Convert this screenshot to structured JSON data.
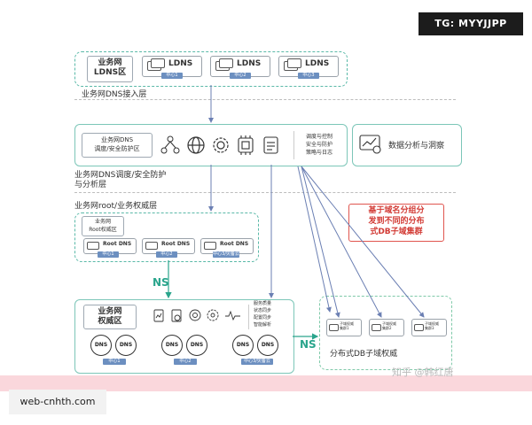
{
  "watermark_top": "TG: MYYJJPP",
  "watermark_bottom": "web-cnhth.com",
  "zhihu_mark": "知乎 @韩红唐",
  "tier1": {
    "region": "业务网\nLDNS区",
    "layer_label": "业务网DNS接入层",
    "nodes": [
      {
        "name": "LDNS",
        "center": "中心1"
      },
      {
        "name": "LDNS",
        "center": "中心2"
      },
      {
        "name": "LDNS",
        "center": "中心3"
      }
    ]
  },
  "tier2": {
    "region": "业务网DNS\n调度/安全防护区",
    "features": [
      "调度与控制",
      "安全与防护",
      "策略与日志"
    ],
    "analysis": "数据分析与洞察",
    "layer_label": "业务网DNS调度/安全防护\n与分析层"
  },
  "tier3": {
    "layer_label": "业务网root/业务权威层",
    "region": "业务网\nRoot权威区",
    "nodes": [
      {
        "name": "Root DNS",
        "center": "中心1"
      },
      {
        "name": "Root DNS",
        "center": "中心2"
      },
      {
        "name": "Root DNS",
        "center": "中心3/灾备云"
      }
    ]
  },
  "ns_label_1": "NS",
  "ns_label_2": "NS",
  "tier4": {
    "region": "业务网\n权威区",
    "features": [
      "服务质量",
      "状态同步",
      "配置同步",
      "智能解析"
    ],
    "dns_label": "DNS",
    "centers": [
      "中心1",
      "中心2",
      "中心3/灾备云"
    ]
  },
  "callout": "基于域名分组分\n发到不同的分布\n式DB子域集群",
  "subdomain": {
    "chips": [
      "子域权威\n集群1",
      "子域权威\n集群2",
      "子域权威\n集群3"
    ],
    "label": "分布式DB子域权威"
  },
  "colors": {
    "accent": "#2aa58c",
    "callout": "#e0554f",
    "arrow": "#6b7fb3"
  }
}
